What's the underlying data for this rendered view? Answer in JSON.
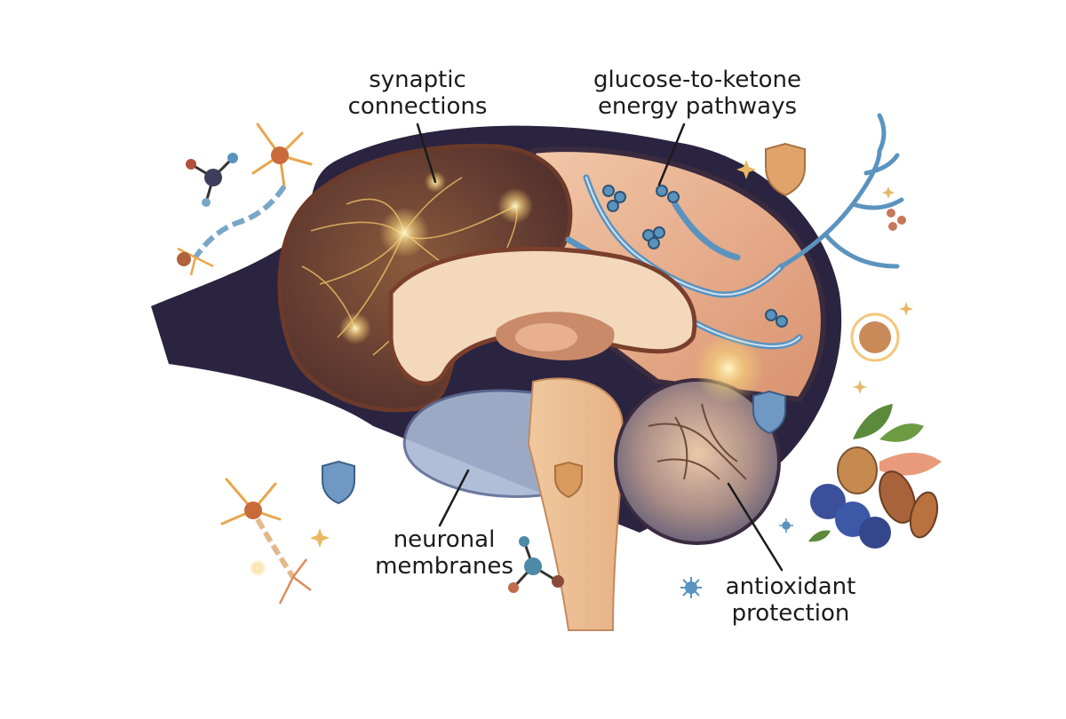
{
  "labels": {
    "synaptic": {
      "line1": "synaptic",
      "line2": "connections"
    },
    "glucose": {
      "line1": "glucose-to-ketone",
      "line2": "energy pathways"
    },
    "neuronal": {
      "line1": "neuronal",
      "line2": "membranes"
    },
    "antioxidant": {
      "line1": "antioxidant",
      "line2": "protection"
    }
  },
  "colors": {
    "head_silhouette": "#2b2440",
    "cortex_front": "#7a3f2c",
    "cortex_rear": "#e8b79a",
    "inner_brain": "#f3d8bc",
    "vessel_blue": "#5b93bf",
    "glow_gold": "#f6d27a",
    "shield_blue": "#6f98c4",
    "shield_orange": "#d99a5e",
    "cerebellum": "#b99a8a"
  },
  "icons": [
    "neuron-icon",
    "molecule-icon",
    "shield-icon",
    "sparkle-icon",
    "blueberry-icon",
    "nut-icon",
    "leaf-icon",
    "fish-icon",
    "cell-icon",
    "virus-icon"
  ]
}
